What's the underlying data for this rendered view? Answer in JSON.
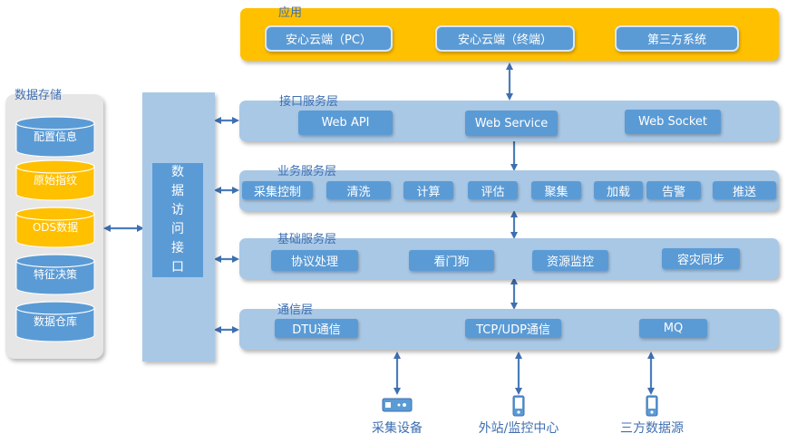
{
  "colors": {
    "accent": "#5b9bd5",
    "layer": "#a9c8e6",
    "app": "#ffc000",
    "storage_bg": "#e7e6e6",
    "gold_cylinder": "#ffc000"
  },
  "storage": {
    "title": "数据存储",
    "items": [
      {
        "label": "配置信息",
        "color": "#5b9bd5"
      },
      {
        "label": "原始指纹",
        "color": "#ffc000"
      },
      {
        "label": "ODS数据",
        "color": "#ffc000"
      },
      {
        "label": "特征决策",
        "color": "#5b9bd5"
      },
      {
        "label": "数据仓库",
        "color": "#5b9bd5"
      }
    ]
  },
  "access": {
    "label_lines": [
      "数",
      "据",
      "访",
      "问",
      "接",
      "口"
    ]
  },
  "app": {
    "title": "应用",
    "items": [
      "安心云端（PC）",
      "安心云端（终端）",
      "第三方系统"
    ]
  },
  "interface": {
    "title": "接口服务层",
    "items": [
      "Web API",
      "Web Service",
      "Web Socket"
    ]
  },
  "business": {
    "title": "业务服务层",
    "items": [
      "采集控制",
      "清洗",
      "计算",
      "评估",
      "聚集",
      "加载",
      "告警",
      "推送"
    ]
  },
  "base": {
    "title": "基础服务层",
    "items": [
      "协议处理",
      "看门狗",
      "资源监控",
      "容灾同步"
    ]
  },
  "comm": {
    "title": "通信层",
    "items": [
      "DTU通信",
      "TCP/UDP通信",
      "MQ"
    ]
  },
  "devices": [
    {
      "label": "采集设备",
      "icon": "router-icon"
    },
    {
      "label": "外站/监控中心",
      "icon": "phone-icon"
    },
    {
      "label": "三方数据源",
      "icon": "phone-icon"
    }
  ]
}
